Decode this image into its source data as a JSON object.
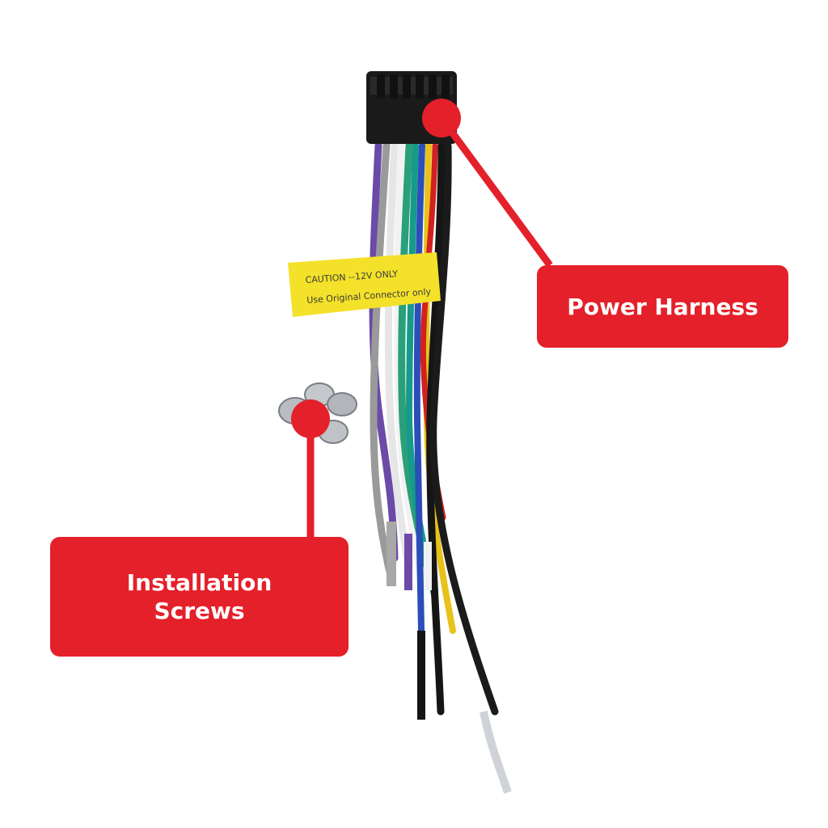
{
  "labels": {
    "power_harness": "Power Harness",
    "installation_screws_line1": "Installation",
    "installation_screws_line2": "Screws"
  },
  "tag": {
    "line1": "CAUTION --12V ONLY",
    "line2": "Use Original Connector only"
  },
  "colors": {
    "callout": "#e4202a",
    "tag": "#f4e12a"
  }
}
